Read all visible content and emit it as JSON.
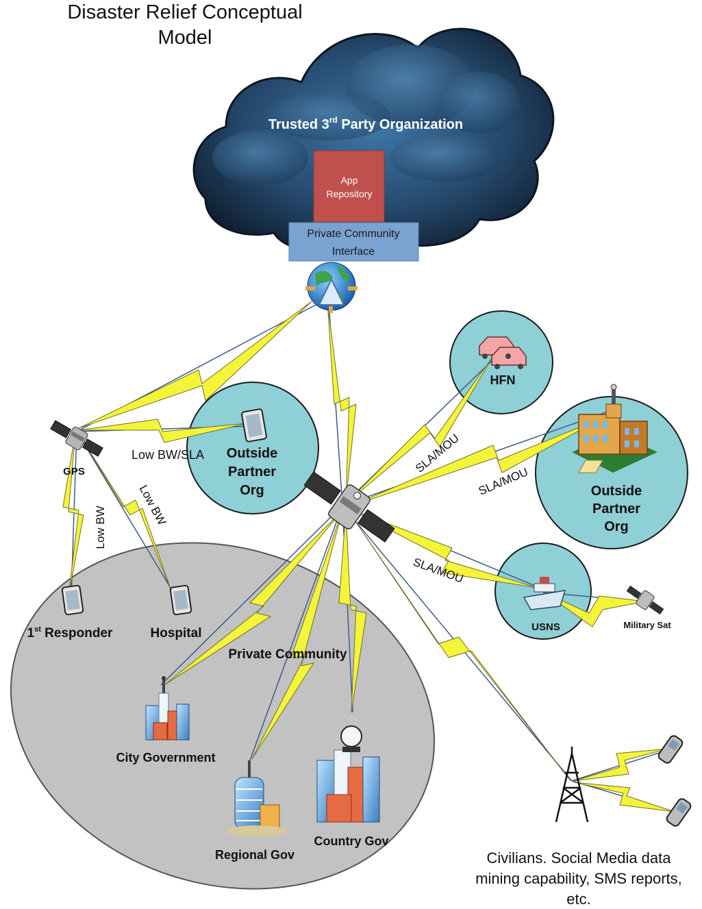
{
  "title": {
    "line1": "Disaster Relief Conceptual",
    "line2": "Model"
  },
  "cloud": {
    "label_pre": "Trusted 3",
    "label_sup": "rd",
    "label_post": " Party Organization",
    "repo_line1": "App",
    "repo_line2": "Repository",
    "interface_line1": "Private Community",
    "interface_line2": "Interface"
  },
  "nodes": {
    "gps": "GPS",
    "hfn": "HFN",
    "outside_partner_small": [
      "Outside",
      "Partner",
      "Org"
    ],
    "outside_partner_large": [
      "Outside",
      "Partner",
      "Org"
    ],
    "usns": "USNS",
    "military_sat": "Military Sat",
    "first_responder_pre": "1",
    "first_responder_sup": "st",
    "first_responder_post": " Responder",
    "hospital": "Hospital",
    "private_community": "Private Community",
    "city_government": "City Government",
    "regional_gov": "Regional Gov",
    "country_gov": "Country Gov",
    "civilians": [
      "Civilians. Social Media data",
      "mining capability, SMS reports,",
      "etc."
    ]
  },
  "links": {
    "low_bw_sla": "Low BW/SLA",
    "low_bw_1": "Low BW",
    "low_bw_2": "Low BW",
    "sla_mou_hfn": "SLA/MOU",
    "sla_mou_partner": "SLA/MOU",
    "sla_mou_usns": "SLA/MOU"
  },
  "colors": {
    "lightning": "#f4f43a",
    "bubble": "#8fcfd6",
    "community_ellipse": "#c2c2c2",
    "repository": "#c0504d",
    "interface": "#7aa3d1",
    "cloud_dark": "#1a3047"
  }
}
